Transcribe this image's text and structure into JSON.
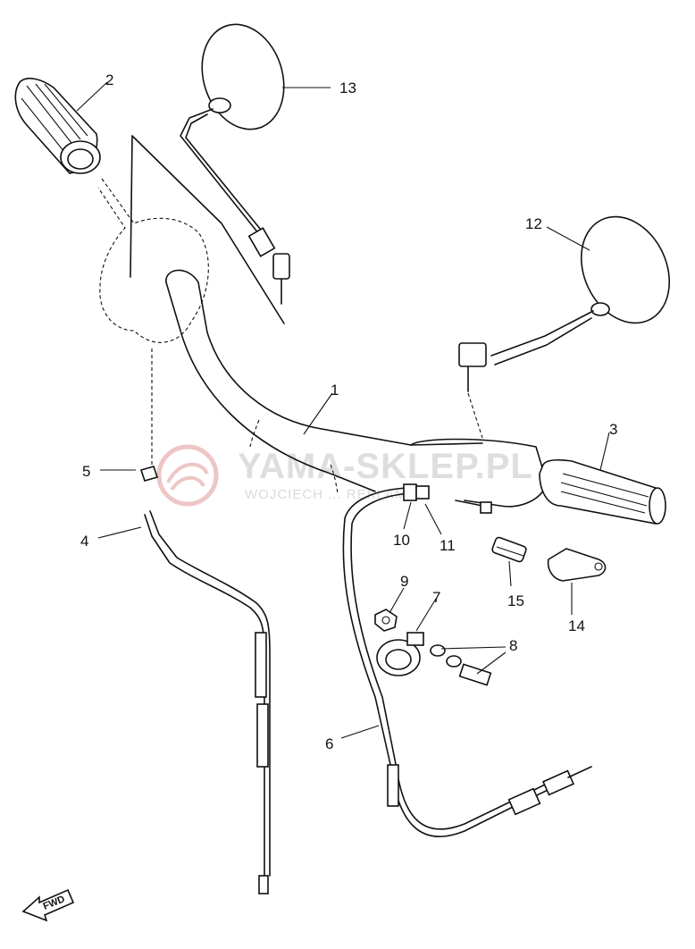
{
  "watermark": {
    "title": "YAMA-SKLEP.PL",
    "subtitle": "WOJCIECH ... REKLAMA"
  },
  "orientation_badge": {
    "label": "FWD"
  },
  "callouts": [
    {
      "id": "1",
      "label": "1"
    },
    {
      "id": "2",
      "label": "2"
    },
    {
      "id": "3",
      "label": "3"
    },
    {
      "id": "4",
      "label": "4"
    },
    {
      "id": "5",
      "label": "5"
    },
    {
      "id": "6",
      "label": "6"
    },
    {
      "id": "7",
      "label": "7"
    },
    {
      "id": "8",
      "label": "8"
    },
    {
      "id": "9",
      "label": "9"
    },
    {
      "id": "10",
      "label": "10"
    },
    {
      "id": "11",
      "label": "11"
    },
    {
      "id": "12",
      "label": "12"
    },
    {
      "id": "13",
      "label": "13"
    },
    {
      "id": "14",
      "label": "14"
    },
    {
      "id": "15",
      "label": "15"
    }
  ]
}
